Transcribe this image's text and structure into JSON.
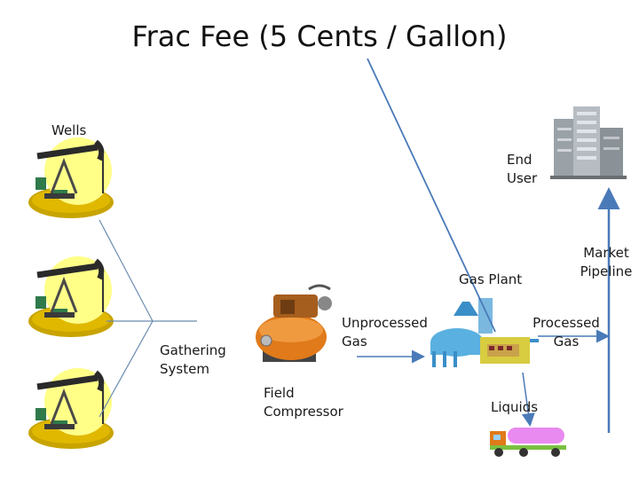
{
  "title": "Frac Fee (5 Cents / Gallon)",
  "labels": {
    "wells": "Wells",
    "end_user": "End\nUser",
    "market_pipeline": "Market\nPipeline",
    "gas_plant": "Gas Plant",
    "unprocessed_gas": "Unprocessed\nGas",
    "processed_gas": "Processed\nGas",
    "gathering_system": "Gathering\nSystem",
    "field_compressor": "Field\nCompressor",
    "liquids": "Liquids"
  },
  "icons": [
    "oil-well-icon",
    "oil-well-icon",
    "oil-well-icon",
    "compressor-icon",
    "gas-plant-icon",
    "city-buildings-icon",
    "tanker-truck-icon"
  ],
  "colors": {
    "arrow": "#4a7ab8",
    "well_sun": "#ffff88",
    "ground": "#c8a400"
  }
}
